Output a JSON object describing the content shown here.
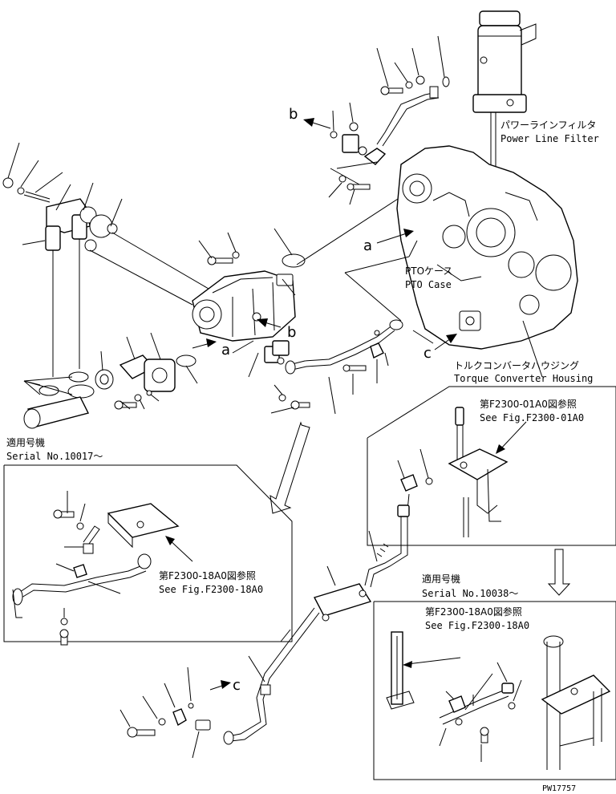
{
  "labels": {
    "power_line_filter_jp": "パワーラインフィルタ",
    "power_line_filter_en": "Power Line Filter",
    "pto_case_jp": "PTOケース",
    "pto_case_en": "PTO Case",
    "torque_conv_jp": "トルクコンバータハウジング",
    "torque_conv_en": "Torque Converter Housing",
    "ref1_jp": "第F2300-01A0図参照",
    "ref1_en": "See Fig.F2300-01A0",
    "serial1_jp": "適用号機",
    "serial1_en": "Serial No.10017〜",
    "ref2_jp": "第F2300-18A0図参照",
    "ref2_en": "See Fig.F2300-18A0",
    "serial2_jp": "適用号機",
    "serial2_en": "Serial No.10038〜",
    "ref3_jp": "第F2300-18A0図参照",
    "ref3_en": "See Fig.F2300-18A0",
    "callout_a": "a",
    "callout_b": "b",
    "callout_c": "c",
    "drawing_no": "PW17757"
  }
}
